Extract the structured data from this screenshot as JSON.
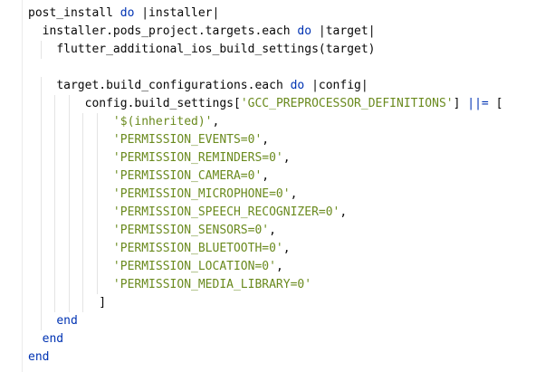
{
  "editor": {
    "lines": [
      {
        "indent": 0,
        "tokens": [
          {
            "t": "post_install ",
            "c": ""
          },
          {
            "t": "do",
            "c": "kw"
          },
          {
            "t": " |installer|",
            "c": ""
          }
        ]
      },
      {
        "indent": 2,
        "tokens": [
          {
            "t": "installer.pods_project.targets.each ",
            "c": ""
          },
          {
            "t": "do",
            "c": "kw"
          },
          {
            "t": " |target|",
            "c": ""
          }
        ]
      },
      {
        "indent": 4,
        "tokens": [
          {
            "t": "flutter_additional_ios_build_settings(target)",
            "c": ""
          }
        ]
      },
      {
        "indent": 0,
        "tokens": []
      },
      {
        "indent": 4,
        "tokens": [
          {
            "t": "target.build_configurations.each ",
            "c": ""
          },
          {
            "t": "do",
            "c": "kw"
          },
          {
            "t": " |config|",
            "c": ""
          }
        ]
      },
      {
        "indent": 8,
        "tokens": [
          {
            "t": "config.build_settings[",
            "c": ""
          },
          {
            "t": "'GCC_PREPROCESSOR_DEFINITIONS'",
            "c": "str"
          },
          {
            "t": "] ",
            "c": ""
          },
          {
            "t": "||=",
            "c": "op"
          },
          {
            "t": " [",
            "c": ""
          }
        ]
      },
      {
        "indent": 12,
        "tokens": [
          {
            "t": "'$(inherited)'",
            "c": "str"
          },
          {
            "t": ",",
            "c": ""
          }
        ]
      },
      {
        "indent": 12,
        "tokens": [
          {
            "t": "'PERMISSION_EVENTS=0'",
            "c": "str"
          },
          {
            "t": ",",
            "c": ""
          }
        ]
      },
      {
        "indent": 12,
        "tokens": [
          {
            "t": "'PERMISSION_REMINDERS=0'",
            "c": "str"
          },
          {
            "t": ",",
            "c": ""
          }
        ]
      },
      {
        "indent": 12,
        "tokens": [
          {
            "t": "'PERMISSION_CAMERA=0'",
            "c": "str"
          },
          {
            "t": ",",
            "c": ""
          }
        ]
      },
      {
        "indent": 12,
        "tokens": [
          {
            "t": "'PERMISSION_MICROPHONE=0'",
            "c": "str"
          },
          {
            "t": ",",
            "c": ""
          }
        ]
      },
      {
        "indent": 12,
        "tokens": [
          {
            "t": "'PERMISSION_SPEECH_RECOGNIZER=0'",
            "c": "str"
          },
          {
            "t": ",",
            "c": ""
          }
        ]
      },
      {
        "indent": 12,
        "tokens": [
          {
            "t": "'PERMISSION_SENSORS=0'",
            "c": "str"
          },
          {
            "t": ",",
            "c": ""
          }
        ]
      },
      {
        "indent": 12,
        "tokens": [
          {
            "t": "'PERMISSION_BLUETOOTH=0'",
            "c": "str"
          },
          {
            "t": ",",
            "c": ""
          }
        ]
      },
      {
        "indent": 12,
        "tokens": [
          {
            "t": "'PERMISSION_LOCATION=0'",
            "c": "str"
          },
          {
            "t": ",",
            "c": ""
          }
        ]
      },
      {
        "indent": 12,
        "tokens": [
          {
            "t": "'PERMISSION_MEDIA_LIBRARY=0'",
            "c": "str"
          }
        ]
      },
      {
        "indent": 10,
        "tokens": [
          {
            "t": "]",
            "c": ""
          }
        ]
      },
      {
        "indent": 4,
        "tokens": [
          {
            "t": "end",
            "c": "kw"
          }
        ]
      },
      {
        "indent": 2,
        "tokens": [
          {
            "t": "end",
            "c": "kw"
          }
        ]
      },
      {
        "indent": 0,
        "tokens": [
          {
            "t": "end",
            "c": "kw"
          }
        ]
      }
    ]
  }
}
